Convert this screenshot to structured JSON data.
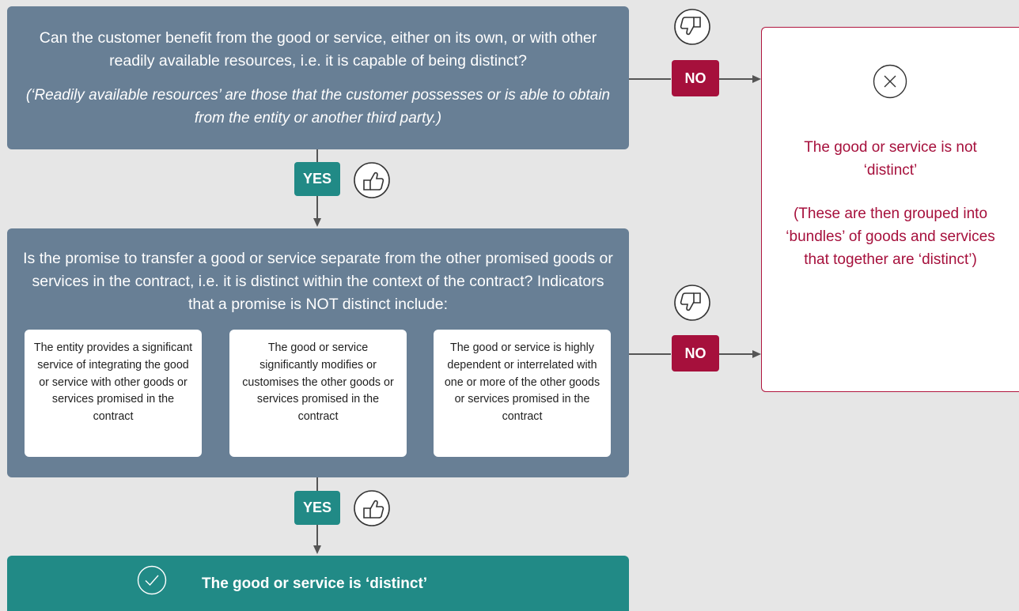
{
  "question1": {
    "text": "Can the customer benefit from the good or service, either on its own, or with other readily available resources, i.e. it is capable of being distinct?",
    "note": "(‘Readily available resources’ are those that the customer possesses or is able to obtain from the entity or another third party.)"
  },
  "question2": {
    "text": "Is the promise to transfer a good or service separate from the other promised goods or services in the contract, i.e. it is distinct within the context of the contract? Indicators that a promise is NOT distinct include:",
    "indicators": [
      "The entity provides a significant service of integrating the good or service with other goods or services promised in the contract",
      "The good or service significantly modifies or customises the other goods or services promised in the contract",
      "The good or service is highly dependent or interrelated with one or more of the other goods or services promised in the contract"
    ]
  },
  "labels": {
    "yes": "YES",
    "no": "NO"
  },
  "result_no": {
    "title": "The good or service is not ‘distinct’",
    "detail": "(These are then grouped into ‘bundles’ of goods and services that together are ‘distinct’)"
  },
  "result_yes": {
    "title": "The good or service is ‘distinct’"
  },
  "icons": [
    "thumbs-up-icon",
    "thumbs-down-icon",
    "close-circle-icon",
    "check-circle-icon"
  ],
  "colors": {
    "question": "#687f95",
    "yes": "#218a86",
    "no": "#a6103c",
    "background": "#e6e6e6"
  }
}
